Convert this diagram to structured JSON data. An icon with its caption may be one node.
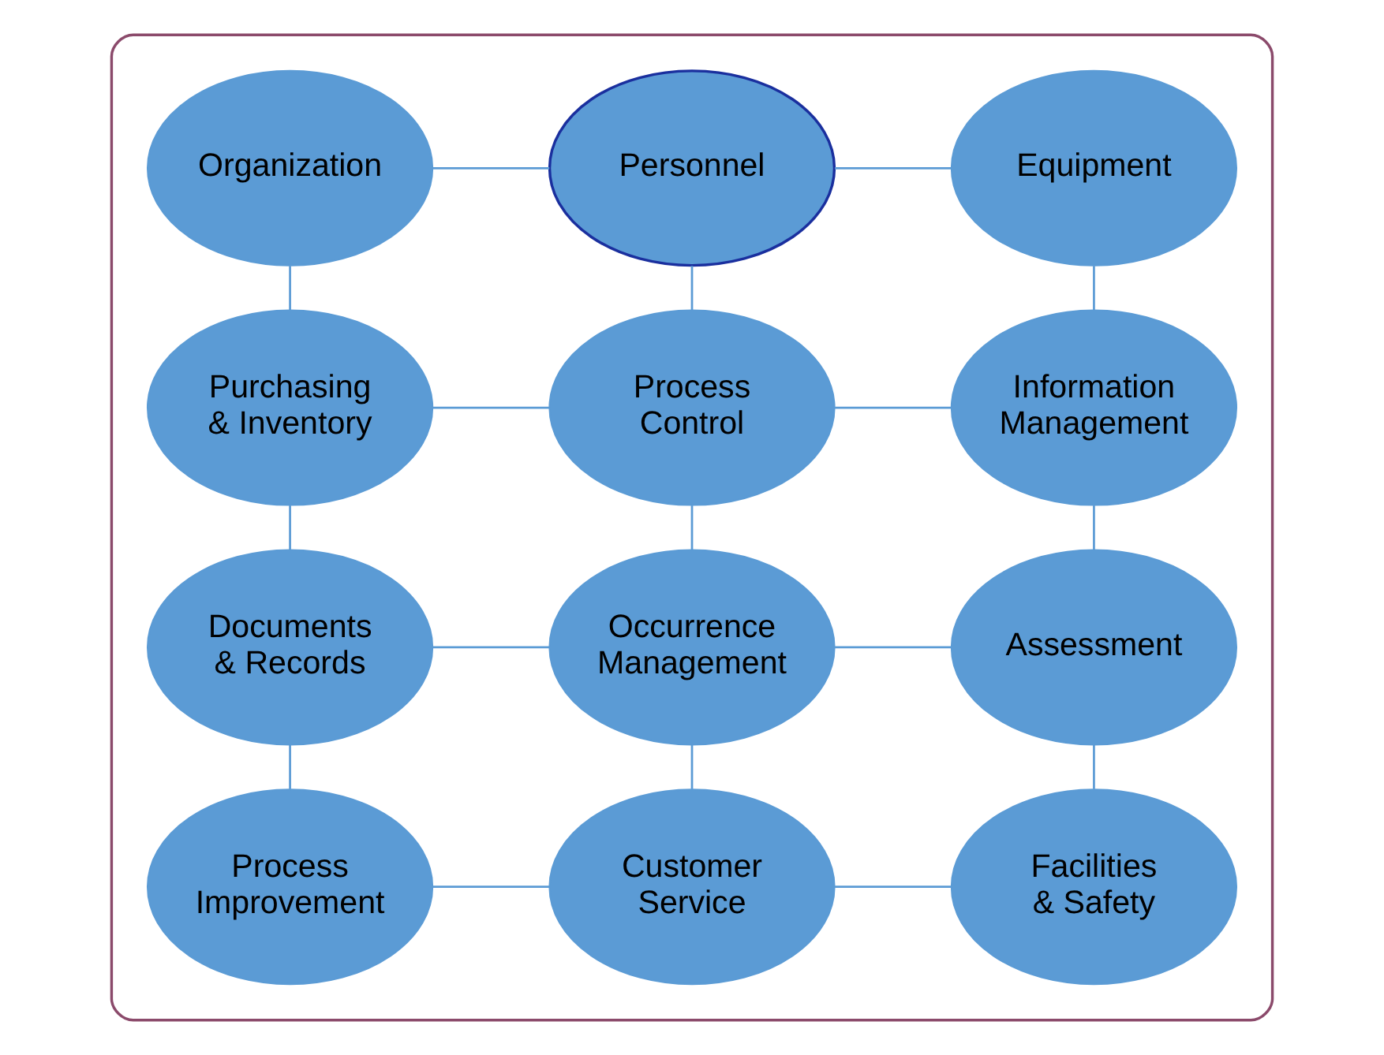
{
  "diagram": {
    "nodes": [
      {
        "text": [],
        "shape": "box"
      },
      {
        "text": [
          "Organization"
        ],
        "in": 0
      },
      {
        "text": [
          "Personnel"
        ],
        "in": 0
      },
      {
        "text": [
          "Equipment"
        ],
        "in": 0
      },
      {
        "text": [
          "Purchasing & Inventory"
        ],
        "in": 0
      },
      {
        "text": [
          "Process Control"
        ],
        "in": 0
      },
      {
        "text": [
          "Information Management"
        ],
        "in": 0
      },
      {
        "text": [
          "Documents & Records"
        ],
        "in": 0
      },
      {
        "text": [
          "Occurrence Management"
        ],
        "in": 0
      },
      {
        "text": [
          "Assessment"
        ],
        "in": 0
      },
      {
        "text": [
          "Process Improvement"
        ],
        "in": 0
      },
      {
        "text": [
          "Customer Service"
        ],
        "in": 0
      },
      {
        "text": [
          "Facilities & Safety"
        ],
        "in": 0
      }
    ],
    "edges": [
      {
        "from": 1,
        "to": 2,
        "arrow": "none"
      },
      {
        "from": 2,
        "to": 3,
        "arrow": "none"
      },
      {
        "from": 1,
        "to": 4,
        "arrow": "none"
      },
      {
        "from": 2,
        "to": 5,
        "arrow": "none"
      },
      {
        "from": 3,
        "to": 6,
        "arrow": "none"
      },
      {
        "from": 4,
        "to": 5,
        "arrow": "none"
      },
      {
        "from": 5,
        "to": 6,
        "arrow": "none"
      },
      {
        "from": 4,
        "to": 7,
        "arrow": "none"
      },
      {
        "from": 5,
        "to": 8,
        "arrow": "none"
      },
      {
        "from": 6,
        "to": 9,
        "arrow": "none"
      },
      {
        "from": 7,
        "to": 8,
        "arrow": "none"
      },
      {
        "from": 8,
        "to": 9,
        "arrow": "none"
      },
      {
        "from": 7,
        "to": 10,
        "arrow": "none"
      },
      {
        "from": 8,
        "to": 11,
        "arrow": "none"
      },
      {
        "from": 9,
        "to": 12,
        "arrow": "none"
      },
      {
        "from": 10,
        "to": 11,
        "arrow": "none"
      },
      {
        "from": 11,
        "to": 12,
        "arrow": "none"
      }
    ]
  }
}
